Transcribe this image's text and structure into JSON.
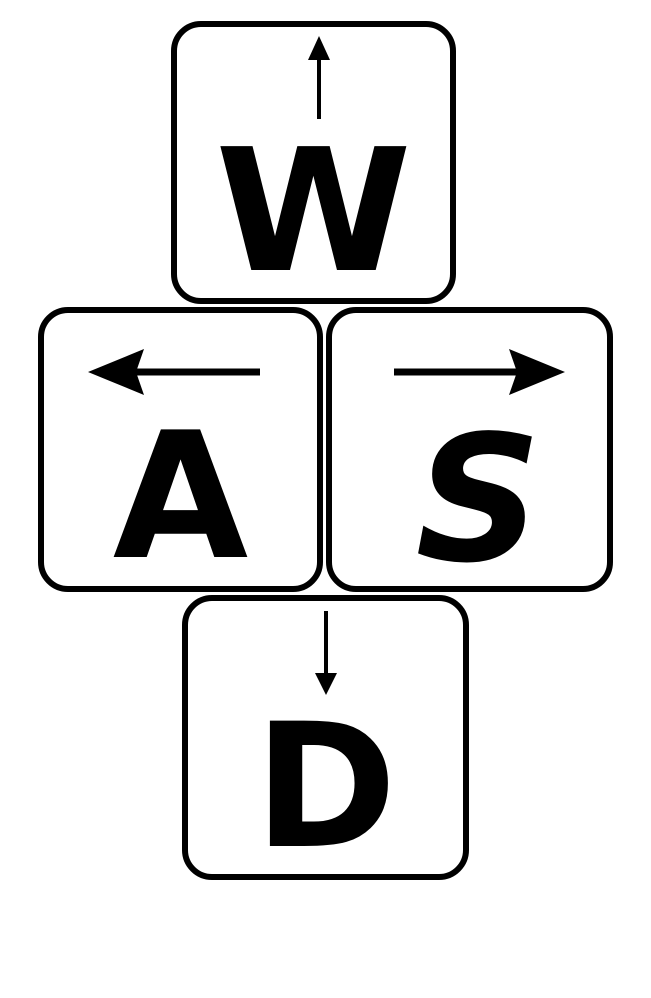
{
  "keys": {
    "w": {
      "letter": "W",
      "arrow": "arrow-up-icon"
    },
    "a": {
      "letter": "A",
      "arrow": "arrow-left-icon"
    },
    "s": {
      "letter": "S",
      "arrow": "arrow-right-icon"
    },
    "d": {
      "letter": "D",
      "arrow": "arrow-down-icon"
    }
  },
  "colors": {
    "key_border": "#000000",
    "key_fill": "#ffffff",
    "letter": "#000000",
    "background": "#ffffff"
  }
}
